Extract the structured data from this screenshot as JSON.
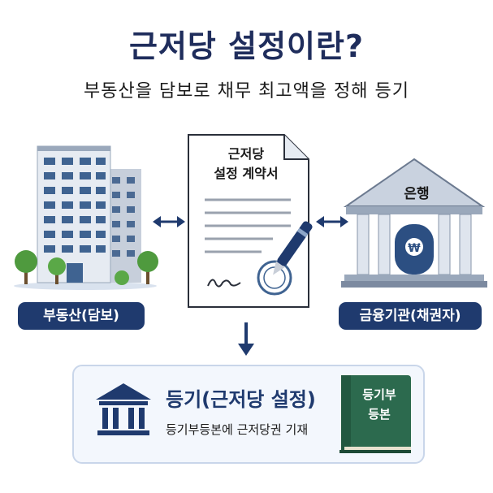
{
  "title": "근저당 설정이란?",
  "subtitle": "부동산을 담보로 채무 최고액을 정해 등기",
  "nodes": {
    "property_label": "부동산(담보)",
    "contract_line1": "근저당",
    "contract_line2": "설정 계약서",
    "bank_sign": "은행",
    "lender_label": "금융기관(채권자)"
  },
  "registration": {
    "title": "등기(근저당 설정)",
    "description": "등기부등본에 근저당권 기재",
    "book_line1": "등기부",
    "book_line2": "등본"
  },
  "colors": {
    "navy": "#1f3a6e",
    "title_navy": "#1f2d5c",
    "book_green": "#2c6a4e",
    "box_bg": "#f3f7fd"
  },
  "icons": [
    "apartment-building-icon",
    "contract-document-icon",
    "pen-icon",
    "seal-stamp-icon",
    "bank-building-icon",
    "won-sign-icon",
    "double-arrow-icon",
    "down-arrow-icon",
    "small-bank-icon",
    "ledger-book-icon"
  ]
}
